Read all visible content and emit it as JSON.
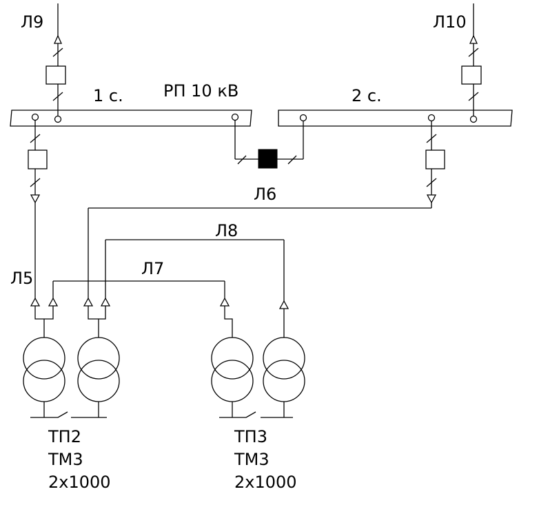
{
  "substation": {
    "title": "РП 10 кВ"
  },
  "sections": {
    "s1": "1 с.",
    "s2": "2 с."
  },
  "lines": {
    "l5": "Л5",
    "l6": "Л6",
    "l7": "Л7",
    "l8": "Л8",
    "l9": "Л9",
    "l10": "Л10"
  },
  "transformers": [
    {
      "name": "ТП2",
      "type": "ТМ3",
      "capacity": "2х1000"
    },
    {
      "name": "ТП3",
      "type": "ТМ3",
      "capacity": "2х1000"
    }
  ]
}
